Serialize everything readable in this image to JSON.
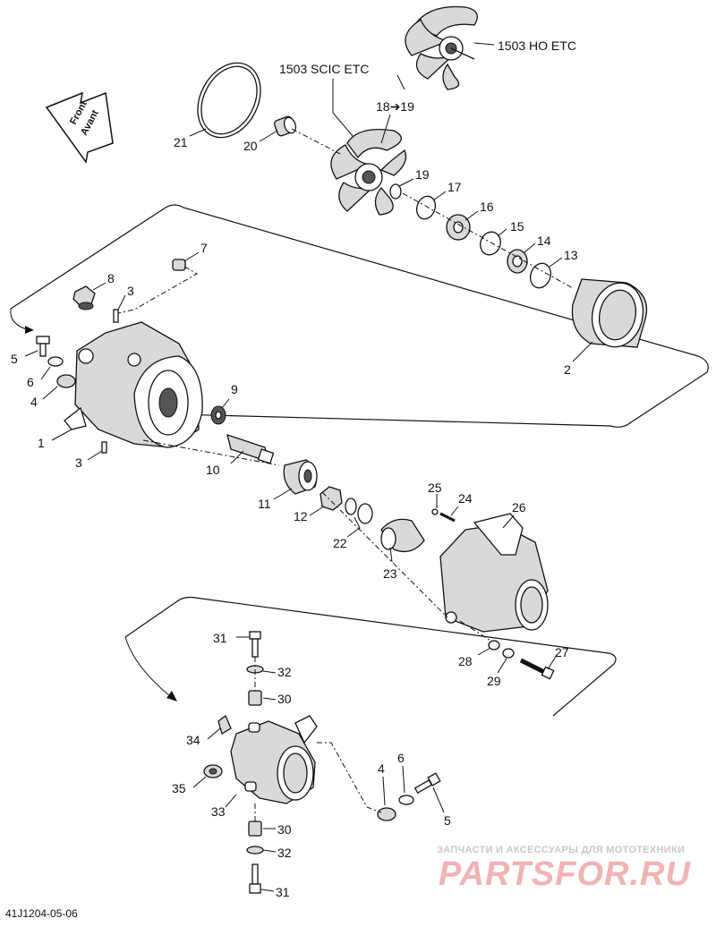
{
  "labels": {
    "p1": "1",
    "p2": "2",
    "p3a": "3",
    "p3b": "3",
    "p4a": "4",
    "p4b": "4",
    "p5a": "5",
    "p5b": "5",
    "p6a": "6",
    "p6b": "6",
    "p7": "7",
    "p8": "8",
    "p9": "9",
    "p10": "10",
    "p11": "11",
    "p12": "12",
    "p13": "13",
    "p14": "14",
    "p15": "15",
    "p16": "16",
    "p17": "17",
    "p19": "19",
    "p20": "20",
    "p21": "21",
    "p22": "22",
    "p23": "23",
    "p24": "24",
    "p25": "25",
    "p26": "26",
    "p27": "27",
    "p28": "28",
    "p29": "29",
    "p30a": "30",
    "p30b": "30",
    "p31a": "31",
    "p31b": "31",
    "p32a": "32",
    "p32b": "32",
    "p33": "33",
    "p34": "34",
    "p35": "35"
  },
  "callouts": {
    "scic": "1503 SCIC ETC",
    "ho": "1503 HO ETC",
    "arrow_18_19": "18➔19"
  },
  "front_arrow": {
    "line1": "Front",
    "line2": "Avant"
  },
  "drawing_code": "41J1204-05-06",
  "watermark": {
    "tagline": "ЗАПЧАСТИ И АКСЕССУАРЫ ДЛЯ МОТОТЕХНИКИ",
    "brand": "PARTSFOR.RU"
  }
}
